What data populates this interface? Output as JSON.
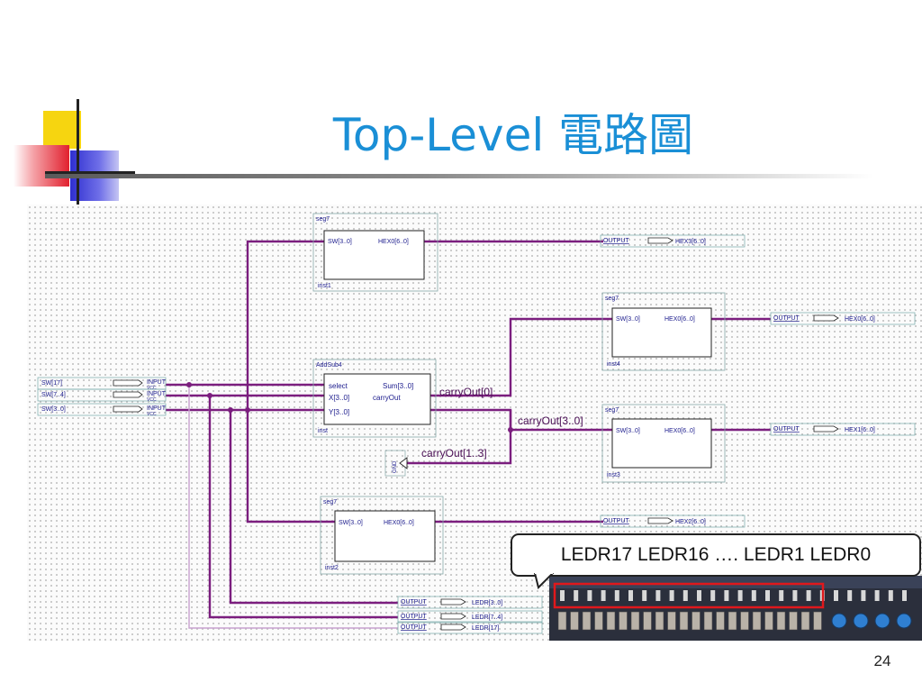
{
  "slide": {
    "title": "Top-Level 電路圖",
    "page_number": "24",
    "callout": "LEDR17 LEDR16 …. LEDR1 LEDR0"
  },
  "colors": {
    "title": "#1a8fd6",
    "wire": "#7b1e7e",
    "callout_highlight": "#e0181c"
  },
  "schematic": {
    "inputs": [
      {
        "name": "SW[17]",
        "tag": "INPUT",
        "vcc": "VCC"
      },
      {
        "name": "SW[7..4]",
        "tag": "INPUT",
        "vcc": "VCC"
      },
      {
        "name": "SW[3..0]",
        "tag": "INPUT",
        "vcc": "VCC"
      }
    ],
    "blocks": {
      "inst1": {
        "type": "seg7",
        "port_in": "SW[3..0]",
        "port_out": "HEX0[6..0]",
        "instance": "inst1"
      },
      "inst4": {
        "type": "seg7",
        "port_in": "SW[3..0]",
        "port_out": "HEX0[6..0]",
        "instance": "inst4"
      },
      "inst3": {
        "type": "seg7",
        "port_in": "SW[3..0]",
        "port_out": "HEX0[6..0]",
        "instance": "inst3"
      },
      "inst2": {
        "type": "seg7",
        "port_in": "SW[3..0]",
        "port_out": "HEX0[6..0]",
        "instance": "inst2"
      },
      "inst": {
        "type": "AddSub4",
        "port_select": "select",
        "port_x": "X[3..0]",
        "port_y": "Y[3..0]",
        "port_sum": "Sum[3..0]",
        "port_carry": "carryOut",
        "instance": "inst"
      }
    },
    "outputs": [
      {
        "id": "hex3",
        "tag": "OUTPUT",
        "name": "HEX3[6..0]"
      },
      {
        "id": "hex0",
        "tag": "OUTPUT",
        "name": "HEX0[6..0]"
      },
      {
        "id": "hex1",
        "tag": "OUTPUT",
        "name": "HEX1[6..0]"
      },
      {
        "id": "hex2",
        "tag": "OUTPUT",
        "name": "HEX2[6..0]"
      },
      {
        "id": "ledr30",
        "tag": "OUTPUT",
        "name": "LEDR[3..0]"
      },
      {
        "id": "ledr74",
        "tag": "OUTPUT",
        "name": "LEDR[7..4]"
      },
      {
        "id": "ledr17",
        "tag": "OUTPUT",
        "name": "LEDR[17]"
      }
    ],
    "net_labels": {
      "carry0": "carryOut[0]",
      "carry30": "carryOut[3..0]",
      "carry13": "carryOut[1..3]"
    },
    "gnd": "GND"
  }
}
